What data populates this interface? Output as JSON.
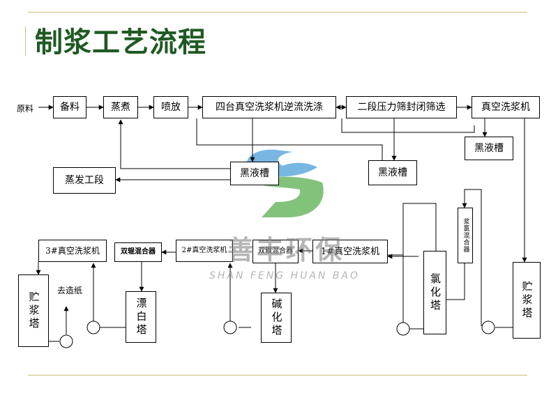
{
  "title": "制浆工艺流程",
  "accent_colors": {
    "title": "#1f5a23",
    "rule": "#c9b97a",
    "watermark_blue": "#4a9fd8",
    "watermark_green": "#5aae4f"
  },
  "input_label": "原料",
  "output_label": "去造纸",
  "boxes": {
    "beiliao": "备料",
    "zhengzhu": "蒸煮",
    "penfang": "喷放",
    "sitai": "四台真空洗浆机逆流洗涤",
    "erduan": "二段压力筛封闭筛选",
    "zhenkong_top": "真空洗浆机",
    "heiye_right": "黑液槽",
    "heiye_mid": "黑液槽",
    "heiye_left": "黑液槽",
    "zhengfa": "蒸发工段",
    "wash3": "3#真空洗浆机",
    "mixer_bold": "双辊混合器",
    "wash2": "2#真空洗浆机",
    "mixer_small": "双辊混合器",
    "wash1": "1#真空洗浆机",
    "chuzhang_left": "贮浆塔",
    "piaobai": "漂白塔",
    "jianhua": "碱化塔",
    "lvhua": "氯化塔",
    "jianglv": "浆氯混合器",
    "chuzhang_right": "贮浆塔"
  },
  "watermark": {
    "cn": "善丰环保",
    "en": "SHAN FENG HUAN BAO"
  }
}
